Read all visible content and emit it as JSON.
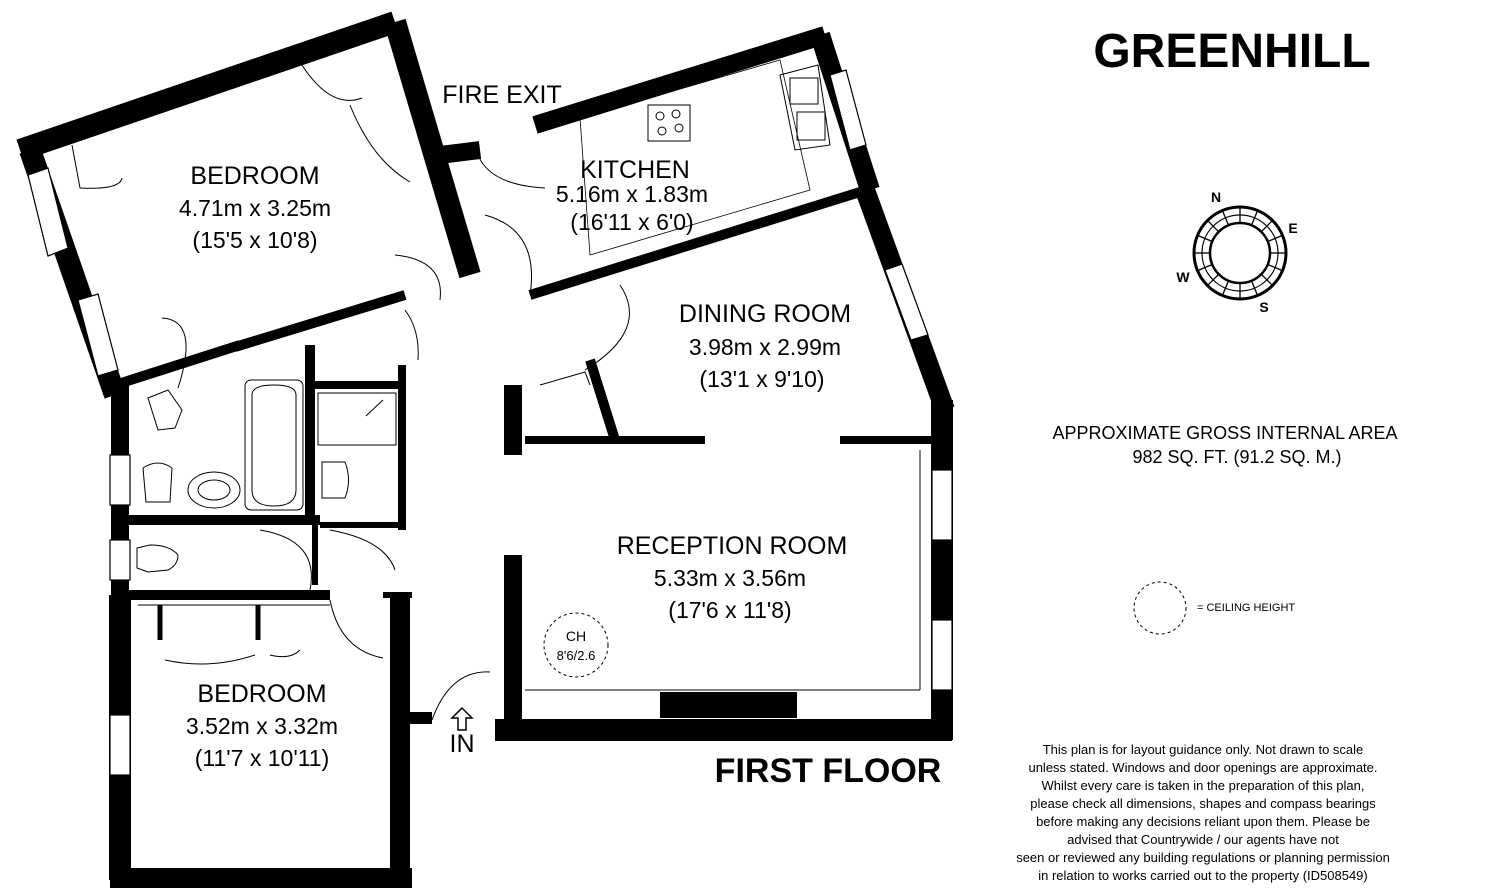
{
  "title": "GREENHILL",
  "floor_label": "FIRST FLOOR",
  "fire_exit": "FIRE EXIT",
  "entrance": "IN",
  "rooms": {
    "bedroom1": {
      "name": "BEDROOM",
      "metric": "4.71m x 3.25m",
      "imperial": "(15'5 x 10'8)"
    },
    "kitchen": {
      "name": "KITCHEN",
      "metric": "5.16m x 1.83m",
      "imperial": "(16'11 x 6'0)"
    },
    "dining": {
      "name": "DINING ROOM",
      "metric": "3.98m x 2.99m",
      "imperial": "(13'1 x 9'10)"
    },
    "reception": {
      "name": "RECEPTION ROOM",
      "metric": "5.33m x 3.56m",
      "imperial": "(17'6 x 11'8)"
    },
    "bedroom2": {
      "name": "BEDROOM",
      "metric": "3.52m x 3.32m",
      "imperial": "(11'7 x 10'11)"
    }
  },
  "ceiling_marker": {
    "label": "CH",
    "value": "8'6/2.6"
  },
  "legend": {
    "ceiling_height": "= CEILING HEIGHT"
  },
  "compass": {
    "n": "N",
    "e": "E",
    "s": "S",
    "w": "W"
  },
  "area": {
    "heading": "APPROXIMATE GROSS INTERNAL AREA",
    "value": "982 SQ. FT. (91.2 SQ. M.)"
  },
  "disclaimer": [
    "This plan is for layout guidance only. Not drawn to scale",
    "unless stated. Windows and door openings are approximate.",
    "Whilst every care is taken in the preparation of this plan,",
    "please check all dimensions, shapes and compass bearings",
    "before making any decisions reliant upon them. Please be",
    "advised that Countrywide / our agents have not",
    "seen or reviewed any building regulations or planning permission",
    "in relation to works carried out to the property (ID508549)"
  ]
}
